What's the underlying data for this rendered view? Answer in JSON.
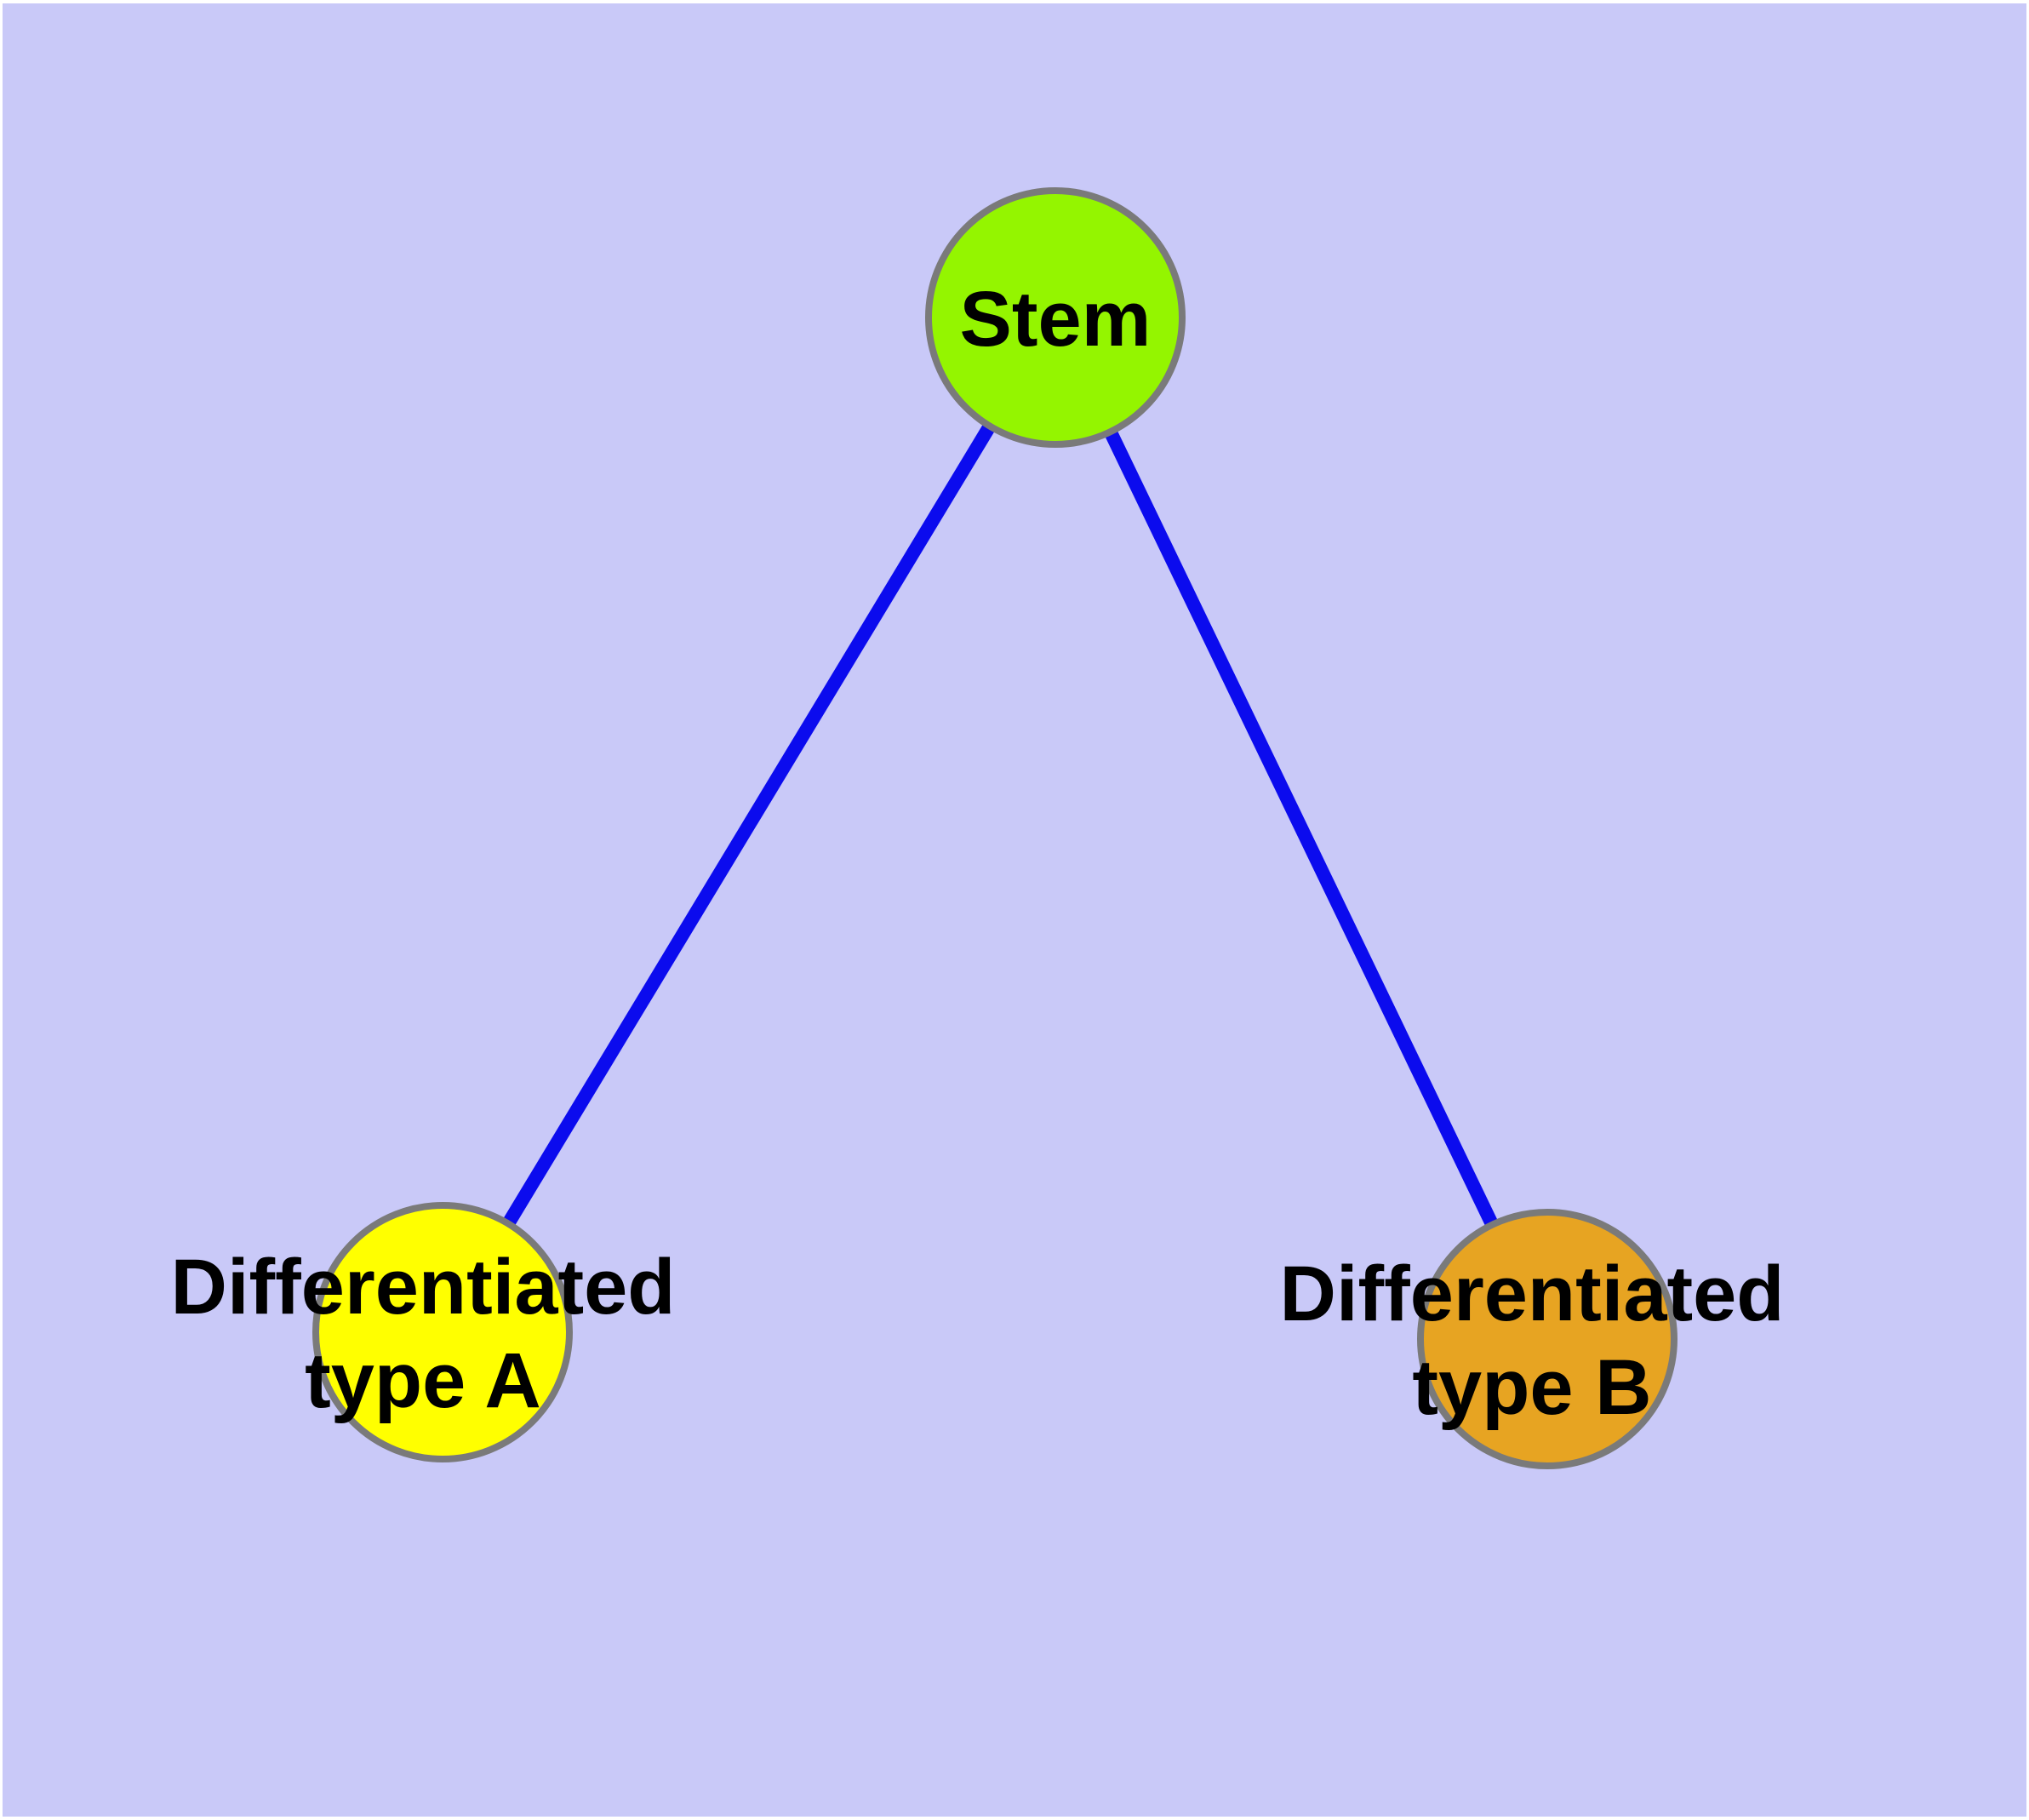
{
  "figure": {
    "background_color": "#c9c9f8",
    "frame_color": "#ffffff",
    "edge_color": "#0b0bee",
    "node_border_color": "#7a7a7a",
    "label_color": "#000000"
  },
  "graph": {
    "nodes": [
      {
        "id": "stem",
        "label_lines": [
          "Stem"
        ],
        "color": "#94f500"
      },
      {
        "id": "differentiated-type-a",
        "label_lines": [
          "Differentiated",
          "type A"
        ],
        "color": "#ffff00"
      },
      {
        "id": "differentiated-type-b",
        "label_lines": [
          "Differentiated",
          "type B"
        ],
        "color": "#e7a422"
      }
    ],
    "edges": [
      {
        "from": "stem",
        "to": "differentiated-type-a"
      },
      {
        "from": "stem",
        "to": "differentiated-type-b"
      }
    ]
  }
}
